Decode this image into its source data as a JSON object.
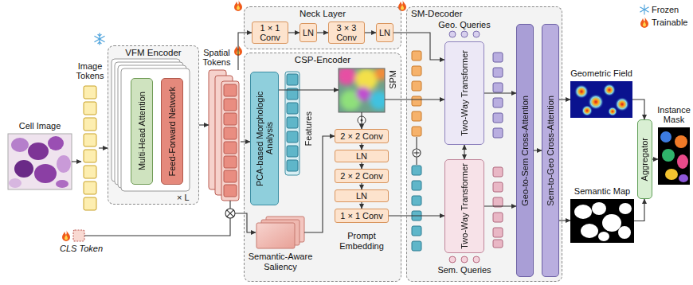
{
  "diagram": {
    "nodes": [
      {
        "text": [
          "Cell Image"
        ]
      },
      {
        "text": [
          "Image Tokens"
        ]
      },
      {
        "text": [
          "VFM Encoder"
        ]
      },
      {
        "text": [
          "Multi-Head Attention"
        ],
        "in": 2
      },
      {
        "text": [
          "Feed-Forward Network"
        ],
        "in": 2
      },
      {
        "text": [
          "Spatial Tokens"
        ]
      },
      {
        "text": [
          "Neck Layer"
        ]
      },
      {
        "text": [
          "1 × 1 Conv"
        ],
        "in": 6
      },
      {
        "text": [
          "LN"
        ],
        "in": 6
      },
      {
        "text": [
          "3 × 3 Conv"
        ],
        "in": 6
      },
      {
        "text": [
          "LN"
        ],
        "in": 6
      },
      {
        "text": [
          "CSP-Encoder"
        ]
      },
      {
        "text": [
          "PCA-based Morphologic Analysis"
        ],
        "in": 11
      },
      {
        "text": [
          "SPM"
        ],
        "in": 11
      },
      {
        "text": [
          "2 × 2 Conv"
        ],
        "in": 11
      },
      {
        "text": [
          "LN"
        ],
        "in": 11
      },
      {
        "text": [
          "2 × 2 Conv"
        ],
        "in": 11
      },
      {
        "text": [
          "LN"
        ],
        "in": 11
      },
      {
        "text": [
          "1 × 1 Conv"
        ],
        "in": 11
      },
      {
        "text": [
          "Semantic-Aware Saliency"
        ],
        "in": 11
      },
      {
        "text": [
          "SM-Decoder"
        ]
      },
      {
        "text": [
          "Two-Way Transformer"
        ],
        "in": 20
      },
      {
        "text": [
          "Two-Way Transformer"
        ],
        "in": 20
      },
      {
        "text": [
          "Geo-to-Sem Cross-Attention"
        ],
        "in": 20
      },
      {
        "text": [
          "Sem-to-Geo Cross-Attention"
        ],
        "in": 20
      },
      {
        "text": [
          "Geometric Field"
        ]
      },
      {
        "text": [
          "Semantic Map"
        ]
      },
      {
        "text": [
          "Aggregator"
        ]
      },
      {
        "text": [
          "Instance Mask"
        ]
      }
    ],
    "edges": [
      {
        "from": 0,
        "to": 1,
        "arrow": "to"
      },
      {
        "from": 1,
        "to": 2,
        "arrow": "to"
      },
      {
        "from": 2,
        "to": 5,
        "arrow": "to"
      },
      {
        "from": 5,
        "to": 7,
        "arrow": "to"
      },
      {
        "from": 5,
        "to": 12,
        "arrow": "to"
      },
      {
        "from": 7,
        "to": 8,
        "arrow": "to"
      },
      {
        "from": 8,
        "to": 9,
        "arrow": "to"
      },
      {
        "from": 9,
        "to": 10,
        "arrow": "to"
      },
      {
        "from": 10,
        "to": 21,
        "arrow": "to"
      },
      {
        "from": 12,
        "to": 13,
        "arrow": "to"
      },
      {
        "from": 13,
        "to": 14,
        "arrow": "to"
      },
      {
        "from": 14,
        "to": 15,
        "arrow": "to"
      },
      {
        "from": 15,
        "to": 16,
        "arrow": "to"
      },
      {
        "from": 16,
        "to": 17,
        "arrow": "to"
      },
      {
        "from": 17,
        "to": 18,
        "arrow": "to"
      },
      {
        "from": 19,
        "to": 14,
        "arrow": "to"
      },
      {
        "from": 13,
        "to": 21,
        "arrow": "to"
      },
      {
        "from": 18,
        "to": 22,
        "arrow": "to"
      },
      {
        "from": 21,
        "to": 22,
        "arrow": "both"
      },
      {
        "from": 21,
        "to": 23,
        "arrow": "to"
      },
      {
        "from": 22,
        "to": 23,
        "arrow": "to"
      },
      {
        "from": 23,
        "to": 24,
        "arrow": "to"
      },
      {
        "from": 24,
        "to": 25,
        "arrow": "to"
      },
      {
        "from": 24,
        "to": 26,
        "arrow": "to"
      },
      {
        "from": 25,
        "to": 27,
        "arrow": "to"
      },
      {
        "from": 26,
        "to": 27,
        "arrow": "to"
      },
      {
        "from": 27,
        "to": 28,
        "arrow": "to"
      }
    ],
    "labels": [
      "CLS Token",
      "× L",
      "Features",
      "Prompt Embedding",
      "Geo. Queries",
      "Sem. Queries"
    ],
    "legend": [
      {
        "text": "Frozen"
      },
      {
        "text": "Trainable"
      }
    ]
  }
}
